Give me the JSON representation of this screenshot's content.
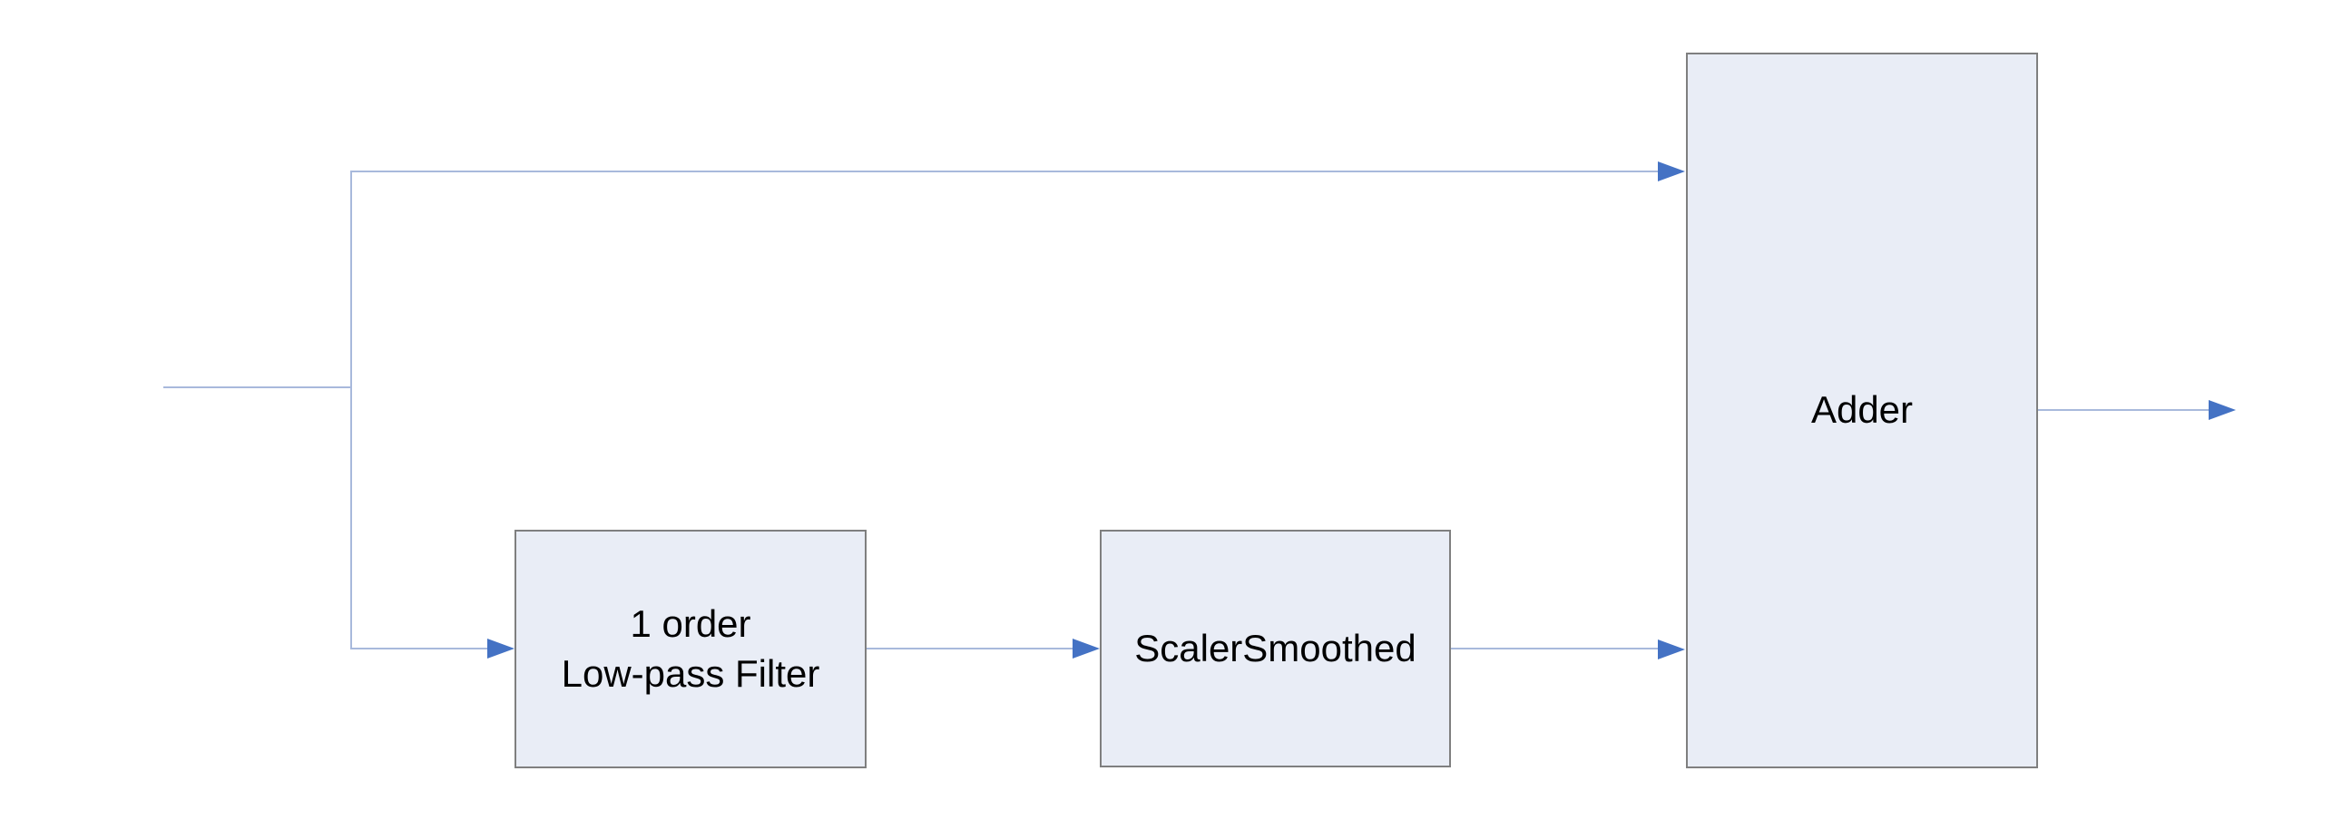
{
  "diagram": {
    "type": "block-diagram",
    "nodes": {
      "lowpass": {
        "label_line1": "1 order",
        "label_line2": "Low-pass Filter"
      },
      "scaler": {
        "label": "ScalerSmoothed"
      },
      "adder": {
        "label": "Adder"
      }
    },
    "edges": [
      {
        "from": "input",
        "to": "branch-point"
      },
      {
        "from": "branch-point",
        "to": "adder",
        "path": "top-direct"
      },
      {
        "from": "branch-point",
        "to": "lowpass",
        "path": "bottom"
      },
      {
        "from": "lowpass",
        "to": "scaler"
      },
      {
        "from": "scaler",
        "to": "adder"
      },
      {
        "from": "adder",
        "to": "output"
      }
    ],
    "colors": {
      "canvas_background": "#ffffff",
      "connector_line": "#a8b9dc",
      "arrowhead": "#4472c4",
      "node_fill": "#e9edf6",
      "node_border": "#7f7f7f",
      "node_text": "#000000"
    }
  }
}
